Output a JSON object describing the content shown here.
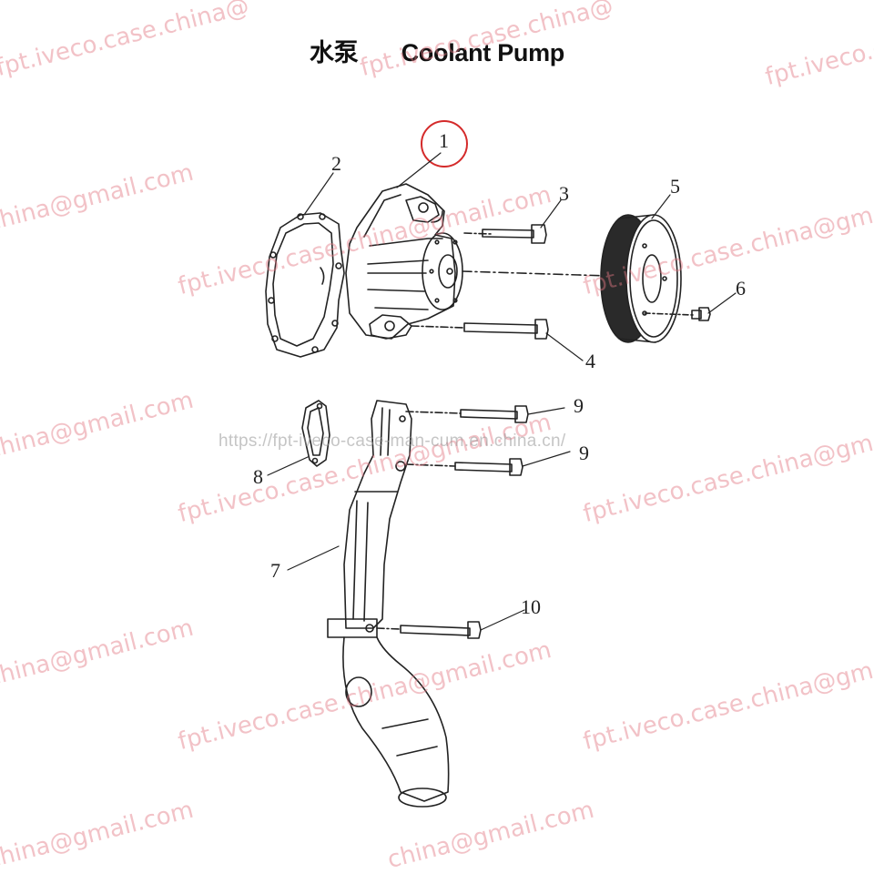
{
  "title": {
    "chinese": "水泵",
    "english": "Coolant Pump"
  },
  "callouts": [
    {
      "id": "1",
      "label": "1",
      "part": "coolant-pump",
      "highlighted": true
    },
    {
      "id": "2",
      "label": "2",
      "part": "pump-gasket"
    },
    {
      "id": "3",
      "label": "3",
      "part": "upper-bolt"
    },
    {
      "id": "4",
      "label": "4",
      "part": "lower-bolt"
    },
    {
      "id": "5",
      "label": "5",
      "part": "pulley"
    },
    {
      "id": "6",
      "label": "6",
      "part": "pulley-screw"
    },
    {
      "id": "7",
      "label": "7",
      "part": "coolant-pipe"
    },
    {
      "id": "8",
      "label": "8",
      "part": "pipe-gasket"
    },
    {
      "id": "9a",
      "label": "9",
      "part": "pipe-bolt-upper"
    },
    {
      "id": "9b",
      "label": "9",
      "part": "pipe-bolt-lower"
    },
    {
      "id": "10",
      "label": "10",
      "part": "pipe-support-bolt"
    }
  ],
  "highlight_color": "#d42a2a",
  "watermarks": {
    "text_a": "fpt.iveco.case.china@gmail.com",
    "text_b": "china@gmail.com",
    "text_c": "fpt.iveco.case.china@gm",
    "text_d": "fpt.iveco.case.china@",
    "color": "#e27882",
    "url": "https://fpt-iveco-case-man-cum.en.china.cn/"
  }
}
